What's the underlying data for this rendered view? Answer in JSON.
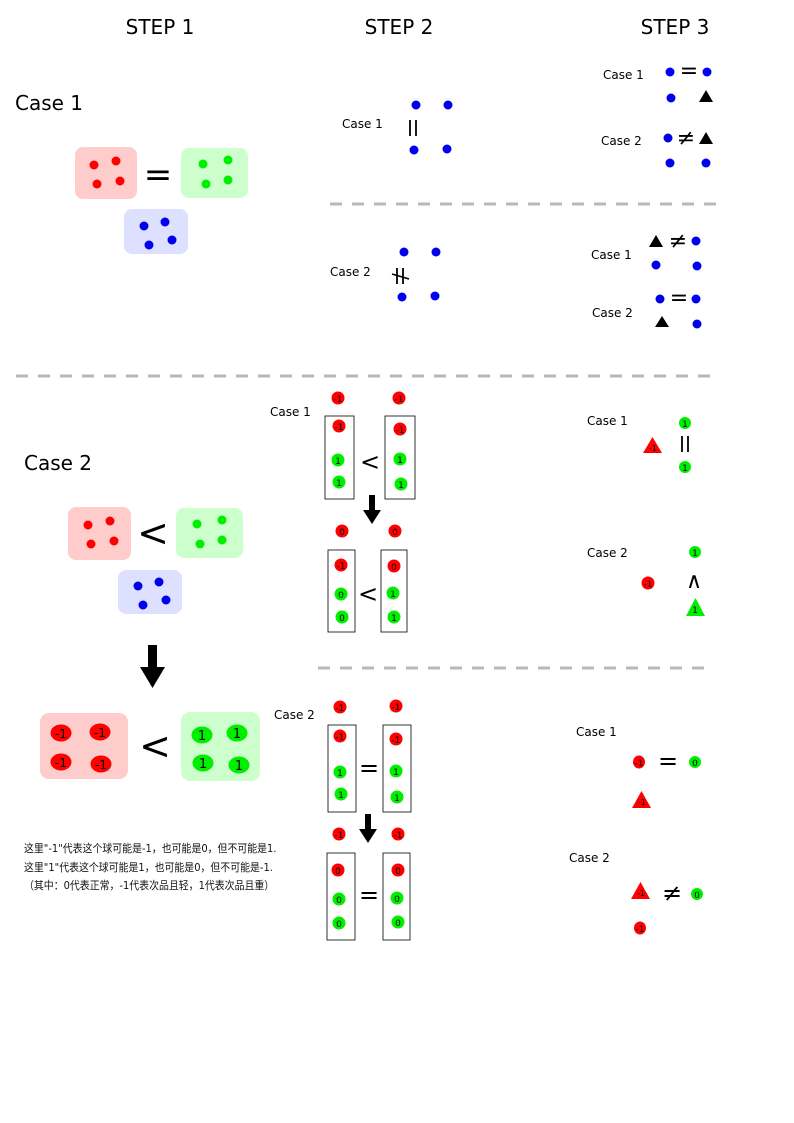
{
  "headers": {
    "step1": "STEP 1",
    "step2": "STEP 2",
    "step3": "STEP 3"
  },
  "cases": {
    "case1_big": "Case 1",
    "case2_big": "Case 2",
    "case1": "Case 1",
    "case2": "Case 2"
  },
  "symbols": {
    "eq": "=",
    "neq": "≠",
    "lt": "<",
    "gt": "∧"
  },
  "ball_labels": {
    "neg": "-1",
    "pos": "1",
    "zero": "0"
  },
  "notes": [
    "这里\"-1\"代表这个球可能是-1，也可能是0，但不可能是1.",
    "这里\"1\"代表这个球可能是1，也可能是0，但不可能是-1.",
    "（其中：0代表正常，-1代表次品且轻，1代表次品且重）"
  ],
  "colors": {
    "red": "#ff0000",
    "green": "#00ee00",
    "blue": "#0000ee",
    "red_bg": "#ffcccc",
    "green_bg": "#ccffcc",
    "blue_bg": "#dde0ff",
    "dash": "#b8b8b8"
  }
}
